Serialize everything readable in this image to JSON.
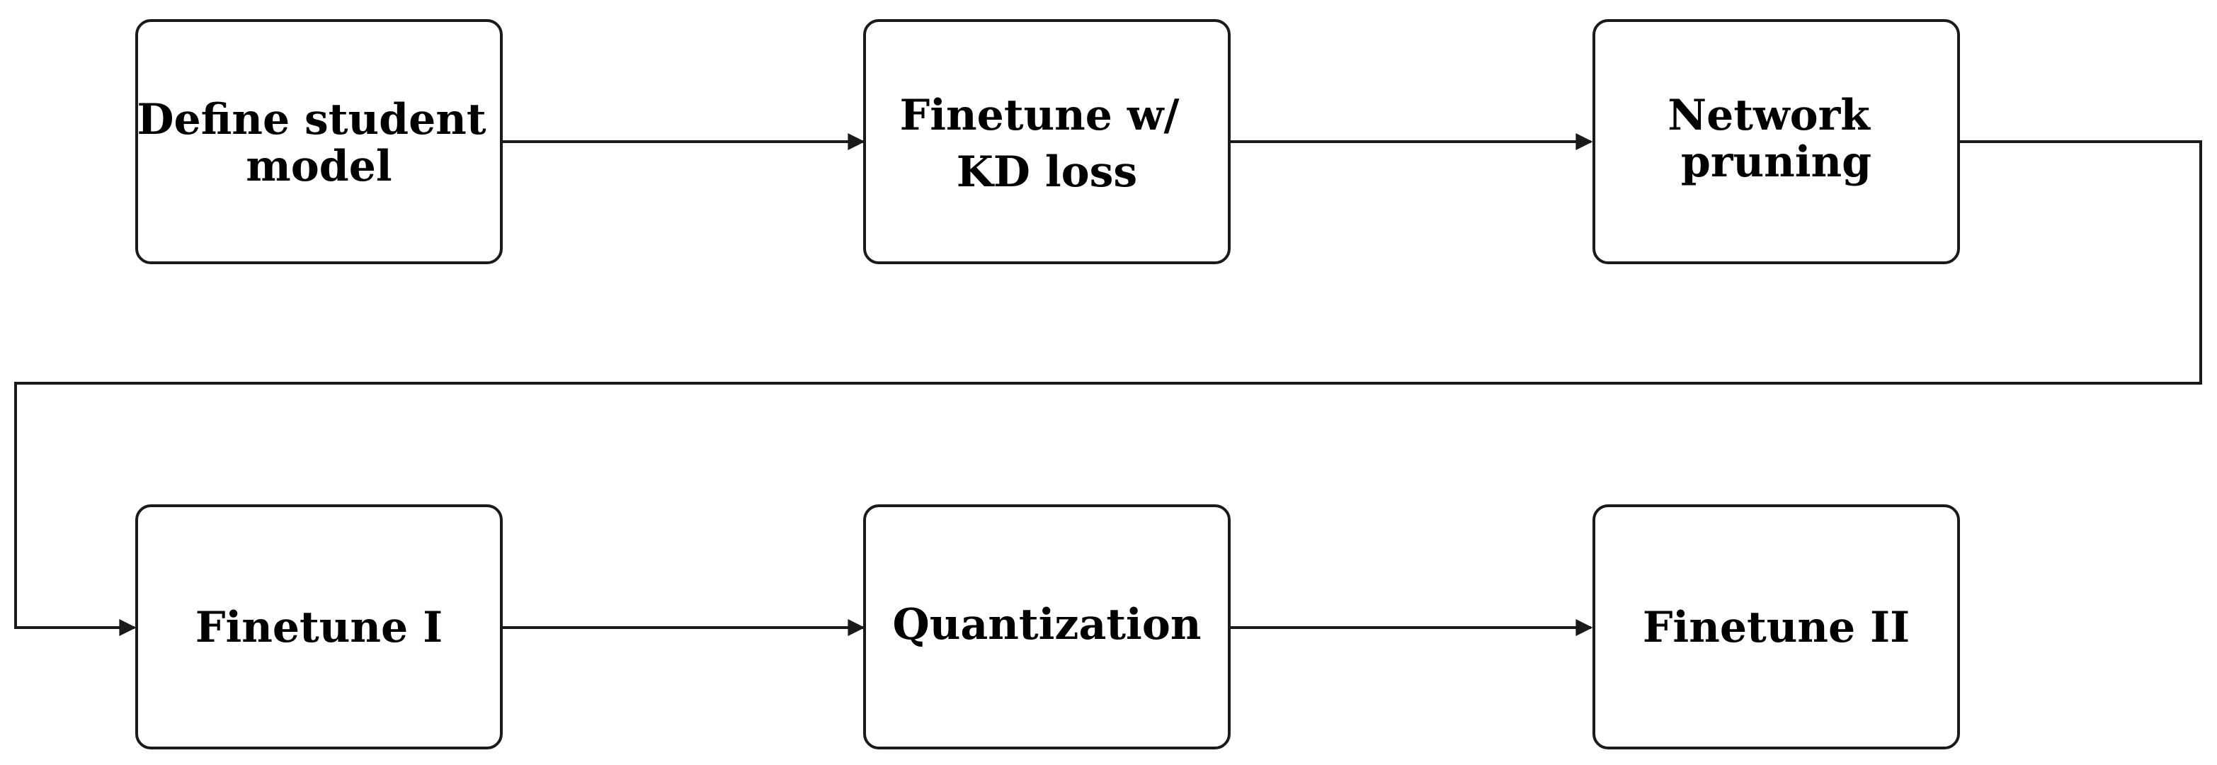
{
  "diagram": {
    "steps": [
      {
        "id": "define-student-model",
        "lines": [
          "Define student",
          "model"
        ]
      },
      {
        "id": "finetune-kd-loss",
        "lines": [
          "Finetune w/",
          "KD loss"
        ]
      },
      {
        "id": "network-pruning",
        "lines": [
          "Network",
          "pruning"
        ]
      },
      {
        "id": "finetune-i",
        "lines": [
          "Finetune I"
        ]
      },
      {
        "id": "quantization",
        "lines": [
          "Quantization"
        ]
      },
      {
        "id": "finetune-ii",
        "lines": [
          "Finetune II"
        ]
      }
    ],
    "flow": [
      [
        "define-student-model",
        "finetune-kd-loss"
      ],
      [
        "finetune-kd-loss",
        "network-pruning"
      ],
      [
        "network-pruning",
        "finetune-i"
      ],
      [
        "finetune-i",
        "quantization"
      ],
      [
        "quantization",
        "finetune-ii"
      ]
    ],
    "colors": {
      "stroke": "#1a1a1a",
      "text": "#000000",
      "background": "#ffffff"
    }
  }
}
